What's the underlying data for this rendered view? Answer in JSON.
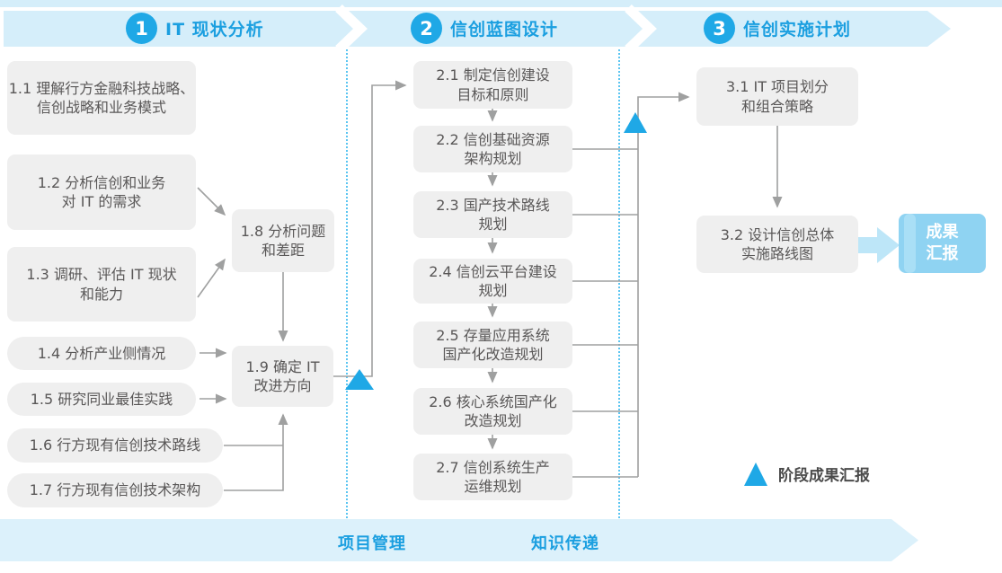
{
  "phases": [
    {
      "number": "1",
      "title": "IT 现状分析"
    },
    {
      "number": "2",
      "title": "信创蓝图设计"
    },
    {
      "number": "3",
      "title": "信创实施计划"
    }
  ],
  "phase1": {
    "boxes": {
      "b11": "1.1 理解行方金融科技战略、\n信创战略和业务模式",
      "b12": "1.2 分析信创和业务\n对 IT 的需求",
      "b13": "1.3 调研、评估 IT 现状\n和能力",
      "b14": "1.4 分析产业侧情况",
      "b15": "1.5 研究同业最佳实践",
      "b16": "1.6 行方现有信创技术路线",
      "b17": "1.7 行方现有信创技术架构",
      "b18": "1.8 分析问题\n和差距",
      "b19": "1.9 确定 IT\n改进方向"
    }
  },
  "phase2": {
    "boxes": {
      "b21": "2.1 制定信创建设\n目标和原则",
      "b22": "2.2 信创基础资源\n架构规划",
      "b23": "2.3 国产技术路线\n规划",
      "b24": "2.4 信创云平台建设\n规划",
      "b25": "2.5 存量应用系统\n国产化改造规划",
      "b26": "2.6 核心系统国产化\n改造规划",
      "b27": "2.7 信创系统生产\n运维规划"
    }
  },
  "phase3": {
    "boxes": {
      "b31": "3.1 IT 项目划分\n和组合策略",
      "b32": "3.2 设计信创总体\n实施路线图"
    },
    "result": "成果\n汇报"
  },
  "legend": {
    "milestone": "阶段成果汇报"
  },
  "footer": {
    "left": "项目管理",
    "right": "知识传递"
  },
  "colors": {
    "accent_blue": "#1FA8E6",
    "header_band": "#D5EEFA",
    "bottom_band": "#DCF1FB",
    "box_gray": "#EFEFEF",
    "box_text": "#595757",
    "connector": "#9FA0A0",
    "result_box": "#8FD3F2",
    "result_arrow": "#BDE6F8"
  }
}
